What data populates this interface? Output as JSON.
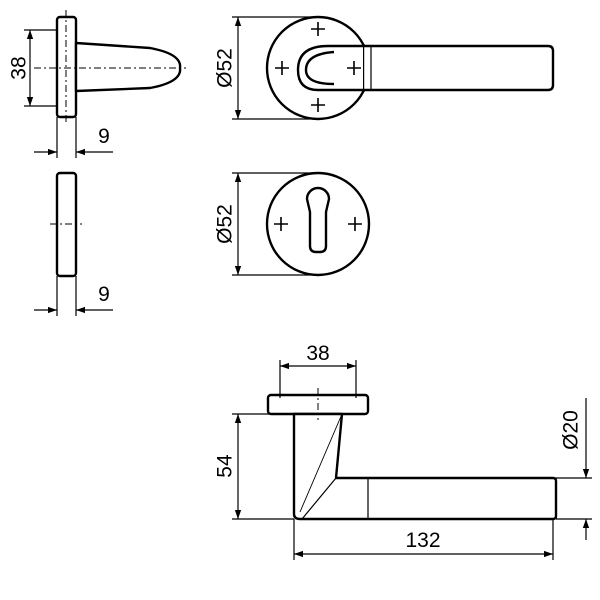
{
  "dimensions": {
    "side_rose_height": "38",
    "side_rose_thickness": "9",
    "side_escutcheon_thickness": "9",
    "front_rose_diameter": "Ø52",
    "front_escutcheon_diameter": "Ø52",
    "lever_rose_width": "38",
    "lever_height": "54",
    "lever_grip_diameter": "Ø20",
    "lever_length": "132"
  },
  "icons": {
    "arrowhead": "filled-triangle-arrowhead",
    "screw": "plus-cross-mark",
    "keyhole": "profile-cylinder-keyhole"
  },
  "colors": {
    "line": "#000000",
    "background": "#ffffff"
  }
}
